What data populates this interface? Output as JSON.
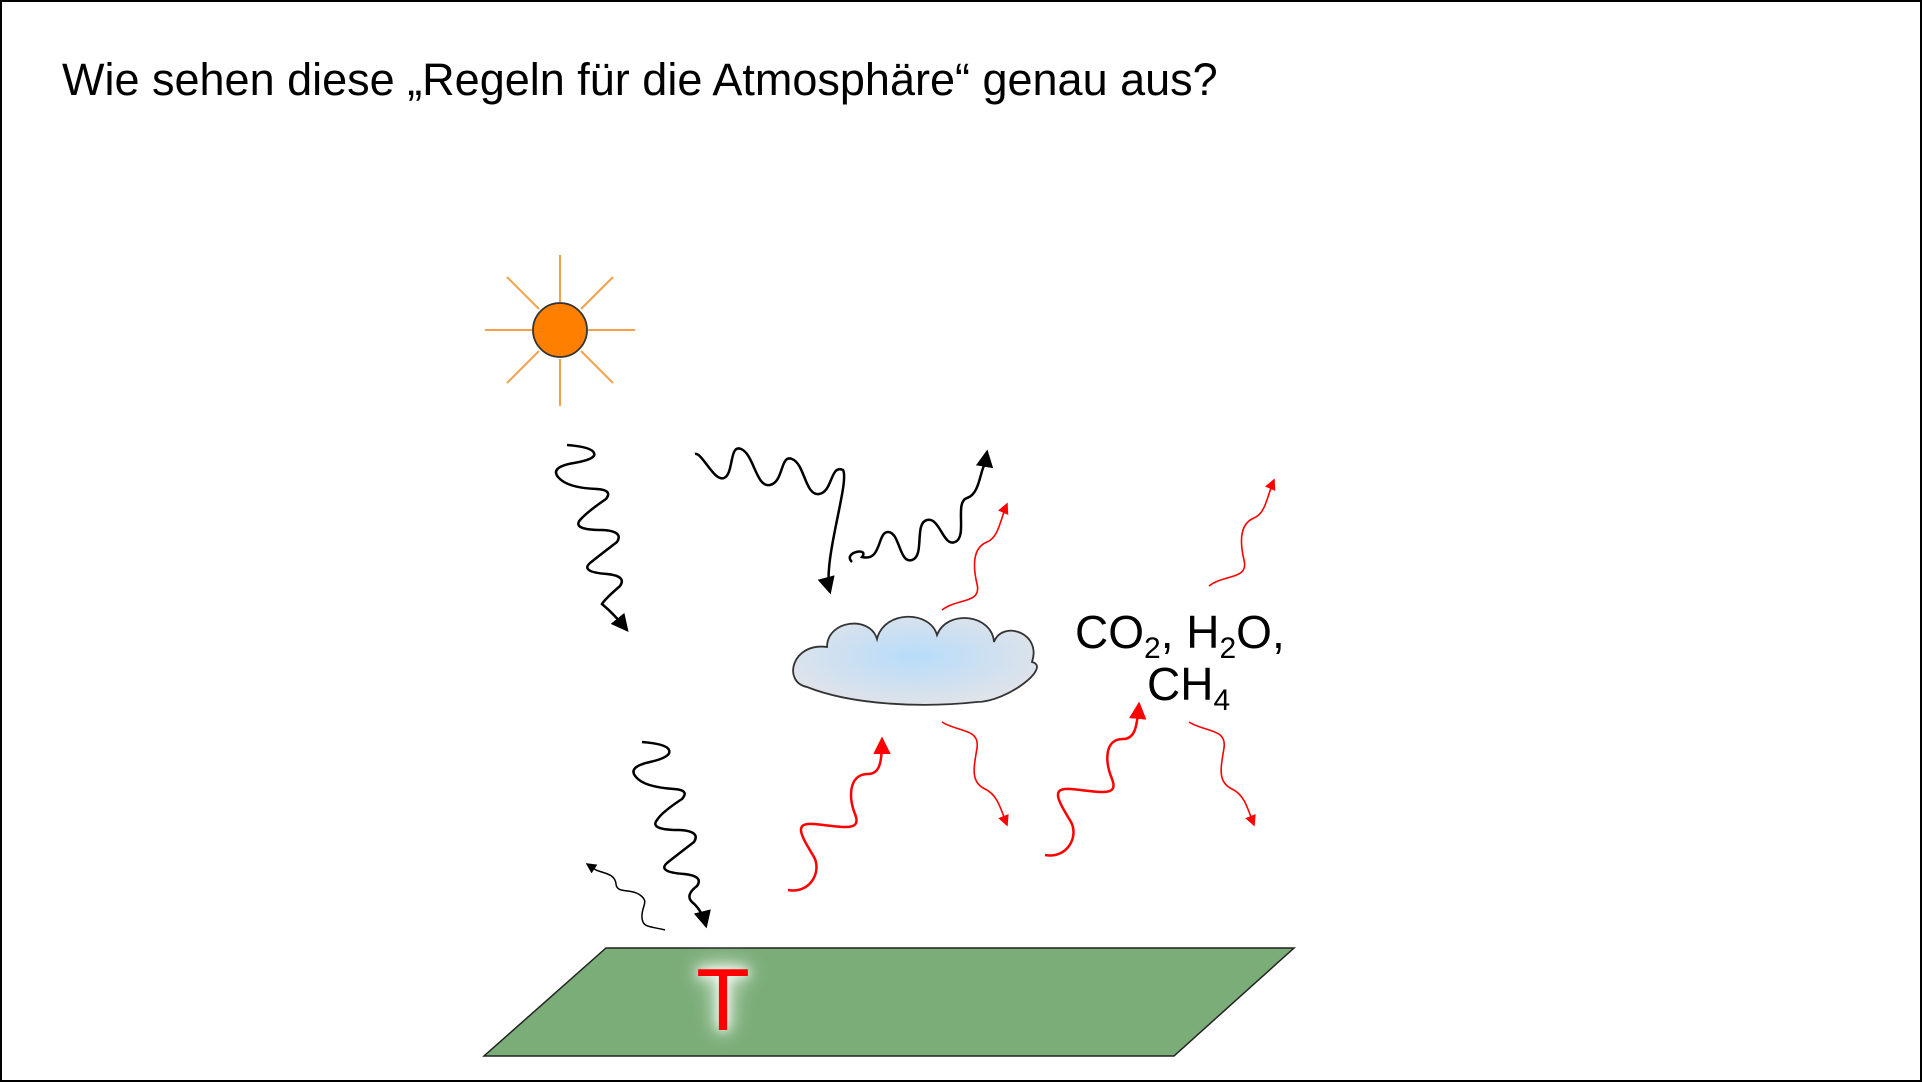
{
  "title": "Wie sehen diese „Regeln für die Atmosphäre“ genau aus?",
  "gases": {
    "line1": {
      "co": "CO",
      "co_sub": "2",
      "sep": ", ",
      "h": "H",
      "h_sub": "2",
      "o": "O,"
    },
    "line2": {
      "ch": "CH",
      "ch_sub": "4"
    }
  },
  "temperature_label": "T",
  "colors": {
    "sun_fill": "#ff8000",
    "sun_rays": "#f5a04a",
    "shortwave_arrow": "#000000",
    "longwave_arrow": "#ff0000",
    "ground": "#7aad78",
    "cloud_center": "#b7dcfa",
    "cloud_edge": "#dfe3ea"
  },
  "icons": [
    "sun-icon",
    "cloud-icon",
    "ground-plane"
  ]
}
